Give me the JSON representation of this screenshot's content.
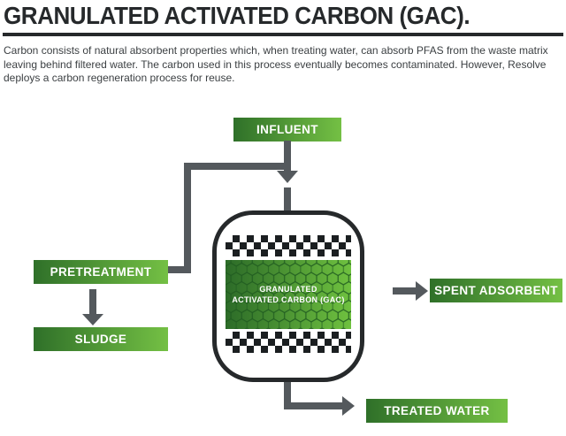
{
  "header": {
    "title": "GRANULATED ACTIVATED CARBON (GAC).",
    "description": "Carbon consists of natural absorbent properties which, when treating water, can absorb PFAS from the waste matrix leaving behind filtered water. The carbon used in this process eventually becomes contaminated. However, Resolve deploys a carbon regeneration process for reuse."
  },
  "diagram": {
    "labels": {
      "influent": "INFLUENT",
      "pretreatment": "PRETREATMENT",
      "sludge": "SLUDGE",
      "spent_adsorbent": "SPENT ADSORBENT",
      "treated_water": "TREATED WATER",
      "tank_line1": "GRANULATED",
      "tank_line2": "ACTIVATED CARBON (GAC)"
    },
    "colors": {
      "title_dark": "#26292b",
      "body_text": "#3c4043",
      "arrow_gray": "#54595d",
      "green_dark": "#2f7029",
      "green_light": "#74c044",
      "checker_dark": "#1b1f21"
    }
  }
}
